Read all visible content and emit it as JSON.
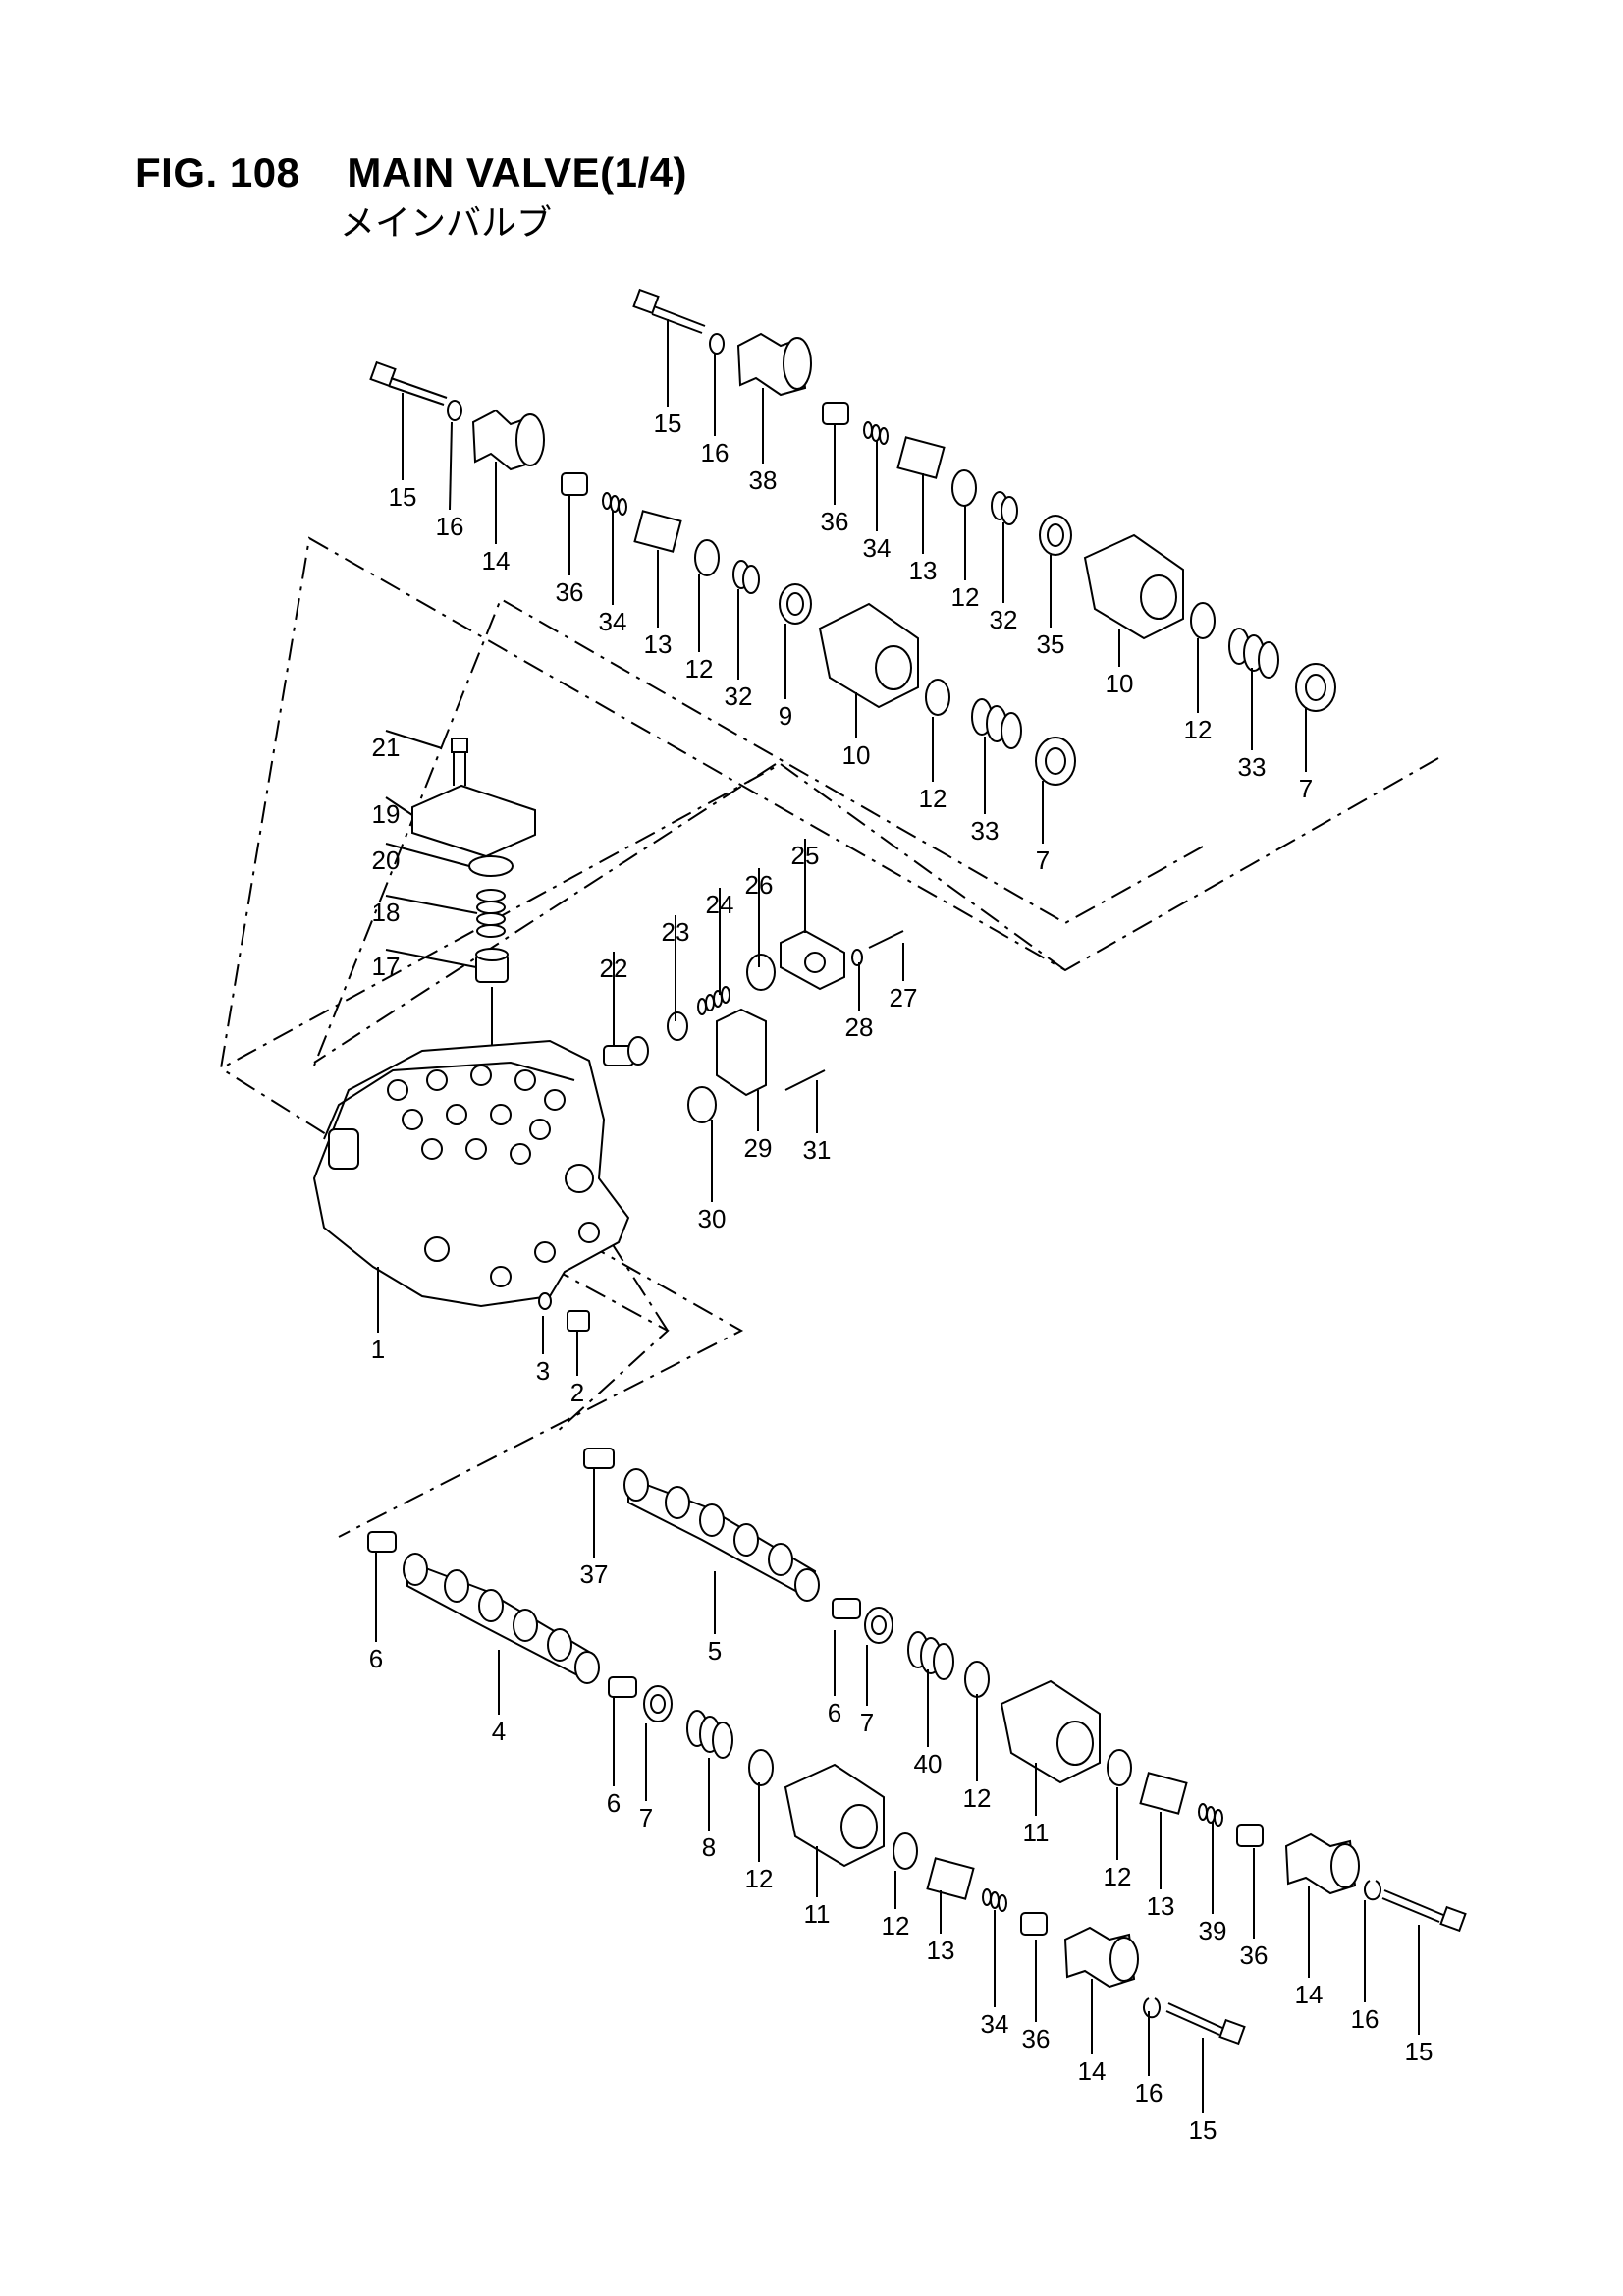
{
  "figure": {
    "number": "FIG. 108",
    "title": "MAIN VALVE(1/4)",
    "subtitle": "メインバルブ"
  },
  "callouts": [
    "15",
    "16",
    "14",
    "36",
    "34",
    "13",
    "12",
    "32",
    "9",
    "10",
    "12",
    "33",
    "7",
    "15",
    "16",
    "38",
    "36",
    "34",
    "13",
    "12",
    "32",
    "35",
    "10",
    "12",
    "33",
    "7",
    "21",
    "19",
    "20",
    "18",
    "17",
    "22",
    "23",
    "24",
    "26",
    "25",
    "27",
    "28",
    "29",
    "30",
    "31",
    "1",
    "3",
    "2",
    "37",
    "5",
    "6",
    "7",
    "40",
    "12",
    "11",
    "12",
    "13",
    "39",
    "36",
    "14",
    "16",
    "15",
    "6",
    "4",
    "6",
    "7",
    "8",
    "12",
    "11",
    "12",
    "13",
    "34",
    "36",
    "14",
    "16",
    "15"
  ]
}
